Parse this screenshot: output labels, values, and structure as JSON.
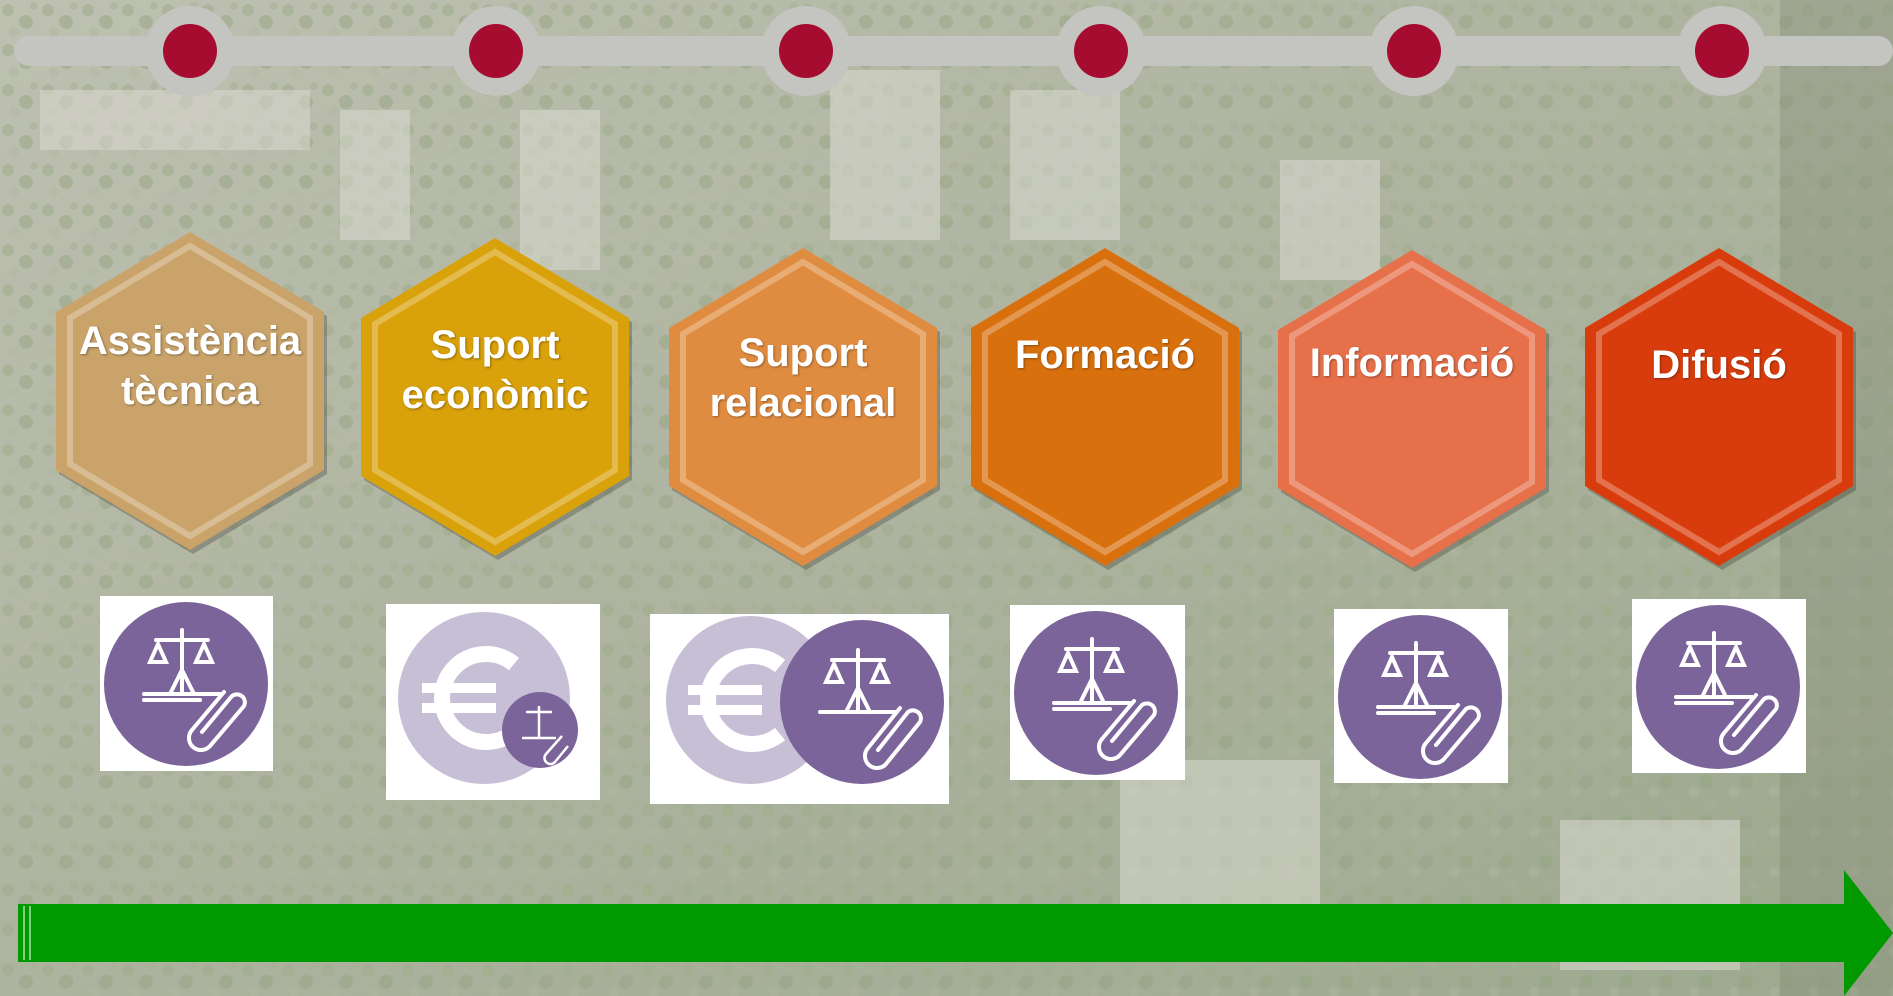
{
  "colors": {
    "timeline_line": "#c4c4c0",
    "timeline_dot": "#a50c30",
    "arrow": "#009a00",
    "icon_purple": "#7b6499",
    "icon_lilac": "#c7bfd6",
    "label_text": "#ffffff"
  },
  "timeline": {
    "node_count": 6
  },
  "categories": [
    {
      "label": "Assistència\ntècnica",
      "color": "#c9a36a",
      "icon": "scales-paperclip-icon"
    },
    {
      "label": "Suport\neconòmic",
      "color": "#d9a10a",
      "icon": "euro-scales-paperclip-icon"
    },
    {
      "label": "Suport\nrelacional",
      "color": "#e08c40",
      "icon": "euro-scales-paperclip-icon"
    },
    {
      "label": "Formació",
      "color": "#d8700e",
      "icon": "scales-paperclip-icon"
    },
    {
      "label": "Informació",
      "color": "#e6704a",
      "icon": "scales-paperclip-icon"
    },
    {
      "label": "Difusió",
      "color": "#d83c0c",
      "icon": "scales-paperclip-icon"
    }
  ],
  "arrow": {
    "direction": "right"
  }
}
